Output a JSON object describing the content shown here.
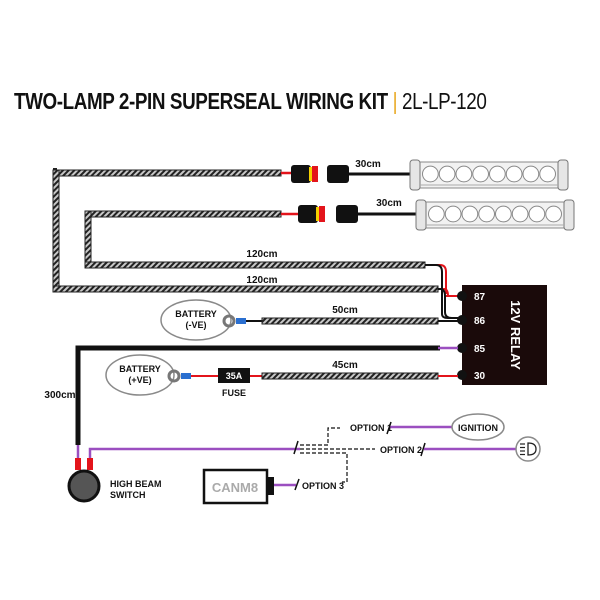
{
  "title": {
    "main": "TWO-LAMP 2-PIN SUPERSEAL WIRING KIT",
    "separator": "|",
    "code": "2L-LP-120"
  },
  "colors": {
    "wire_black": "#111111",
    "wire_red": "#e3141b",
    "wire_purple": "#9b4fc0",
    "connector_yellow": "#f5d000",
    "relay_body": "#1a0a0a",
    "accent": "#e8a820",
    "outline_grey": "#8a8a8a"
  },
  "lamps": [
    {
      "id": "lamp-1",
      "lead_length": "30cm",
      "leds": 8
    },
    {
      "id": "lamp-2",
      "lead_length": "30cm",
      "leds": 8
    }
  ],
  "harness": {
    "lamp_run_1": "120cm",
    "lamp_run_2": "120cm",
    "ground_run": "50cm",
    "power_run": "45cm",
    "switch_run": "300cm"
  },
  "relay": {
    "label": "12V RELAY",
    "pins": [
      "87",
      "86",
      "85",
      "30"
    ]
  },
  "battery_negative": {
    "line1": "BATTERY",
    "line2": "(-VE)"
  },
  "battery_positive": {
    "line1": "BATTERY",
    "line2": "(+VE)"
  },
  "fuse": {
    "rating": "35A",
    "label": "FUSE"
  },
  "switch": {
    "line1": "HIGH BEAM",
    "line2": "SWITCH"
  },
  "options": {
    "option1": "OPTION 1",
    "option2": "OPTION 2",
    "option3": "OPTION 3",
    "ignition": "IGNITION",
    "canm8": "CANM8",
    "high_beam_icon": "headlight-high-beam-icon"
  }
}
